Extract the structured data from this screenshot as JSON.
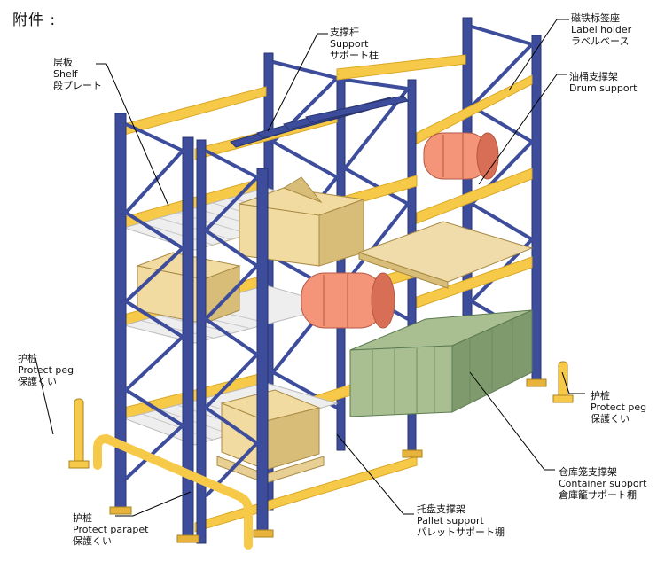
{
  "title": "附件 :",
  "colors": {
    "upright": "#3d4d9c",
    "upright_dark": "#28346f",
    "beam": "#f7c948",
    "beam_dark": "#d9a826",
    "foot": "#e7b33a",
    "box": "#f1dba0",
    "box_dark": "#d8bd78",
    "drum": "#f4957a",
    "drum_dark": "#d86e55",
    "container": "#a9bf92",
    "container_dark": "#7f9a6c",
    "deck": "#eeeeee",
    "pallet": "#e8cf94"
  },
  "labels": {
    "shelf": {
      "zh": "层板",
      "en": "Shelf",
      "ja": "段プレート"
    },
    "support": {
      "zh": "支撑杆",
      "en": "Support",
      "ja": "サポート柱"
    },
    "label_holder": {
      "zh": "磁铁标签座",
      "en": "Label holder",
      "ja": "ラベルベース"
    },
    "drum_support": {
      "zh": "油桶支撑架",
      "en": "Drum support",
      "ja": ""
    },
    "protect_peg_left": {
      "zh": "护桩",
      "en": "Protect peg",
      "ja": "保護くい"
    },
    "protect_peg_right": {
      "zh": "护桩",
      "en": "Protect peg",
      "ja": "保護くい"
    },
    "container_support": {
      "zh": "仓库笼支撑架",
      "en": "Container support",
      "ja": "倉庫籠サポート棚"
    },
    "pallet_support": {
      "zh": "托盘支撑架",
      "en": "Pallet support",
      "ja": "パレットサポート棚"
    },
    "protect_parapet": {
      "zh": "护桩",
      "en": "Protect parapet",
      "ja": "保護くい"
    }
  }
}
